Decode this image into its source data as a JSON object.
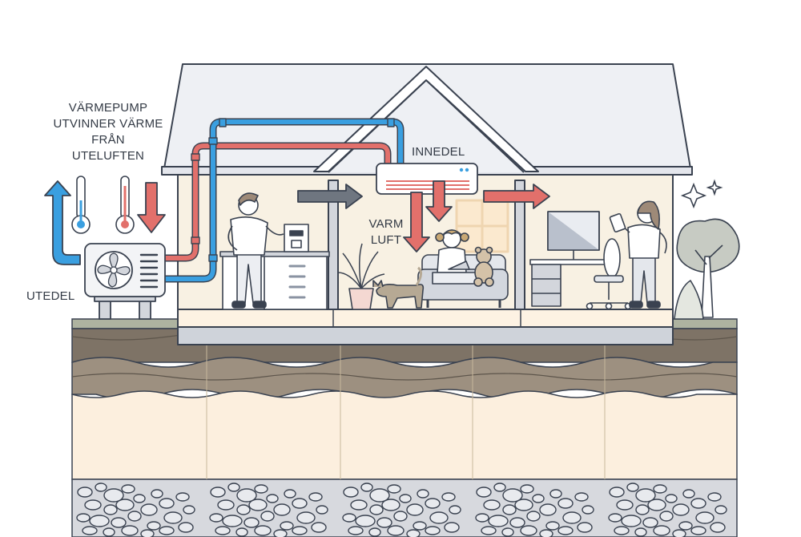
{
  "labels": {
    "heat_pump": [
      "VÄRMEPUMP",
      "UTVINNER VÄRME",
      "FRÅN",
      "UTELUFTEN"
    ],
    "indoor_unit": "INNEDEL",
    "warm_air": [
      "VARM",
      "LUFT"
    ],
    "outdoor_unit": "UTEDEL"
  },
  "colors": {
    "line": "#3a4250",
    "warm_red": "#e2706b",
    "cold_blue": "#3a9fe0",
    "roof": "#eef0f4",
    "wall": "#f8f1e3",
    "soil_dark": "#7e7366",
    "soil_mid": "#9d9080",
    "sand": "#fcefde",
    "gravel": "#d7d9de"
  },
  "icons": [
    "thermometer-cold-icon",
    "thermometer-warm-icon",
    "sparkle-icon",
    "air-outlet-arrow-icon"
  ]
}
